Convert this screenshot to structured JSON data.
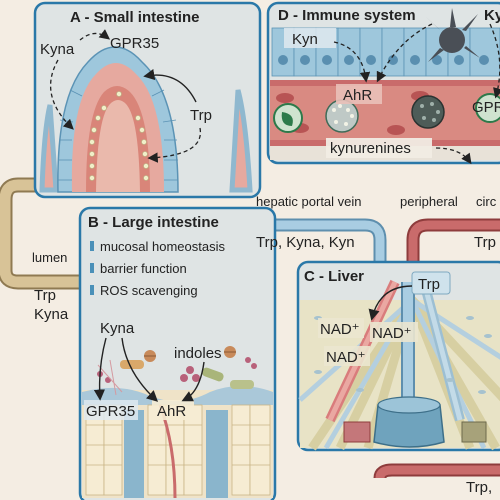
{
  "panels": {
    "small_intestine": {
      "title": "A - Small intestine",
      "labels": {
        "kyna": "Kyna",
        "gpr35": "GPR35",
        "trp": "Trp"
      }
    },
    "immune": {
      "title": "D - Immune system",
      "title_cut": "Ky",
      "labels": {
        "kyn": "Kyn",
        "ahr": "AhR",
        "gpr_cut": "GPR",
        "kynurenines": "kynurenines"
      }
    },
    "large_intestine": {
      "title": "B - Large intestine",
      "bullets": [
        "mucosal homeostasis",
        "barrier function",
        "ROS scavenging"
      ],
      "bullet_color": "#4a90b8",
      "labels": {
        "kyna": "Kyna",
        "indoles": "indoles",
        "gpr35": "GPR35",
        "ahr": "AhR"
      }
    },
    "liver": {
      "title": "C - Liver",
      "labels": {
        "trp": "Trp",
        "nad1": "NAD⁺",
        "nad2": "NAD⁺",
        "nad3": "NAD⁺"
      }
    }
  },
  "flow": {
    "hepatic_portal_vein": "hepatic portal vein",
    "portal_contents": "Trp, Kyna, Kyn",
    "peripheral": "peripheral",
    "circulation_cut": "circ",
    "trp_cut": "Trp",
    "lumen": "lumen",
    "lumen_trp": "Trp",
    "lumen_kyna": "Kyna",
    "bottom_cut": "Trp,"
  },
  "colors": {
    "background": "#f4ede3",
    "panel_border": "#2a78a8",
    "epithelium": "#9ec7dc",
    "vessel_red": "#c96b6b",
    "portal_blue": "#a9cde2",
    "gut_tan": "#d8c397"
  }
}
